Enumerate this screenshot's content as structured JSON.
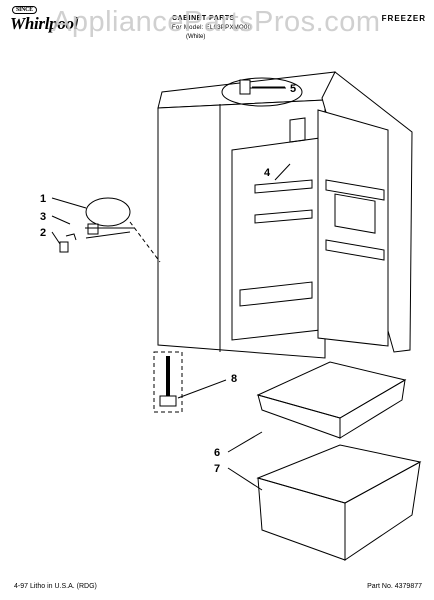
{
  "header": {
    "brand": "Whirlpool",
    "brand_mark": "SINCE",
    "title": "CABINET PARTS",
    "model_line": "For Model: EL03PPXMQ00",
    "color_line": "(White)",
    "section": "FREEZER",
    "watermark": "AppliancePartsPros.com"
  },
  "callouts": [
    "1",
    "2",
    "3",
    "4",
    "5",
    "6",
    "7",
    "8"
  ],
  "footer": {
    "left": "4-97 Litho in U.S.A. (RDG)",
    "right": "Part No. 4379877"
  }
}
